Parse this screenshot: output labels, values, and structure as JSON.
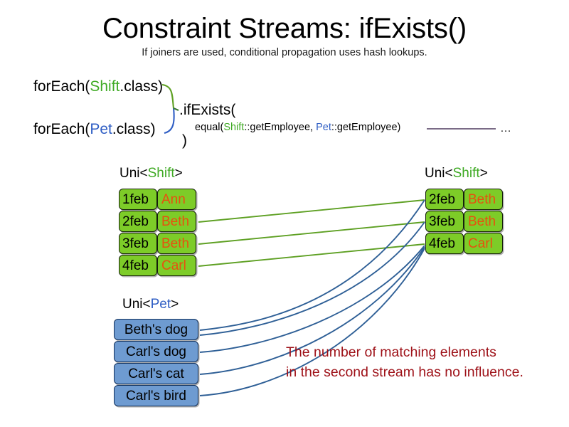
{
  "header": {
    "title": "Constraint Streams: ifExists()",
    "subtitle": "If joiners are used, conditional propagation uses hash lookups."
  },
  "code": {
    "foreach_shift_prefix": "forEach(",
    "foreach_shift_type": "Shift",
    "foreach_shift_suffix": ".class)",
    "foreach_pet_prefix": "forEach(",
    "foreach_pet_type": "Pet",
    "foreach_pet_suffix": ".class)",
    "if_exists": ".ifExists(",
    "close_paren": ")",
    "equal_prefix": "equal(",
    "equal_left_type": "Shift",
    "equal_left_method": "::getEmployee, ",
    "equal_right_type": "Pet",
    "equal_right_method": "::getEmployee)",
    "ellipsis": "…"
  },
  "labels": {
    "uni_open": "Uni<",
    "uni_close": ">",
    "shift_type": "Shift",
    "pet_type": "Pet"
  },
  "tables": {
    "left_shift": {
      "label_type": "Shift",
      "rows": [
        {
          "date": "1feb",
          "name": "Ann"
        },
        {
          "date": "2feb",
          "name": "Beth"
        },
        {
          "date": "3feb",
          "name": "Beth"
        },
        {
          "date": "4feb",
          "name": "Carl"
        }
      ]
    },
    "right_shift": {
      "label_type": "Shift",
      "rows": [
        {
          "date": "2feb",
          "name": "Beth"
        },
        {
          "date": "3feb",
          "name": "Beth"
        },
        {
          "date": "4feb",
          "name": "Carl"
        }
      ]
    },
    "pet": {
      "label_type": "Pet",
      "rows": [
        {
          "name": "Beth's dog"
        },
        {
          "name": "Carl's dog"
        },
        {
          "name": "Carl's cat"
        },
        {
          "name": "Carl's bird"
        }
      ]
    }
  },
  "annotation": {
    "line1": "The number of matching elements",
    "line2": "in the second stream has no influence."
  },
  "colors": {
    "shift_green": "#3faa24",
    "pet_blue": "#2f5ec4",
    "cell_green_fill": "#7dcc28",
    "cell_blue_fill": "#6e9bd1",
    "name_orange": "#e8500f",
    "annotation_red": "#9e1118",
    "connector_green": "#5ea023",
    "connector_blue": "#2e5f96",
    "equal_line": "#7a6b86"
  }
}
